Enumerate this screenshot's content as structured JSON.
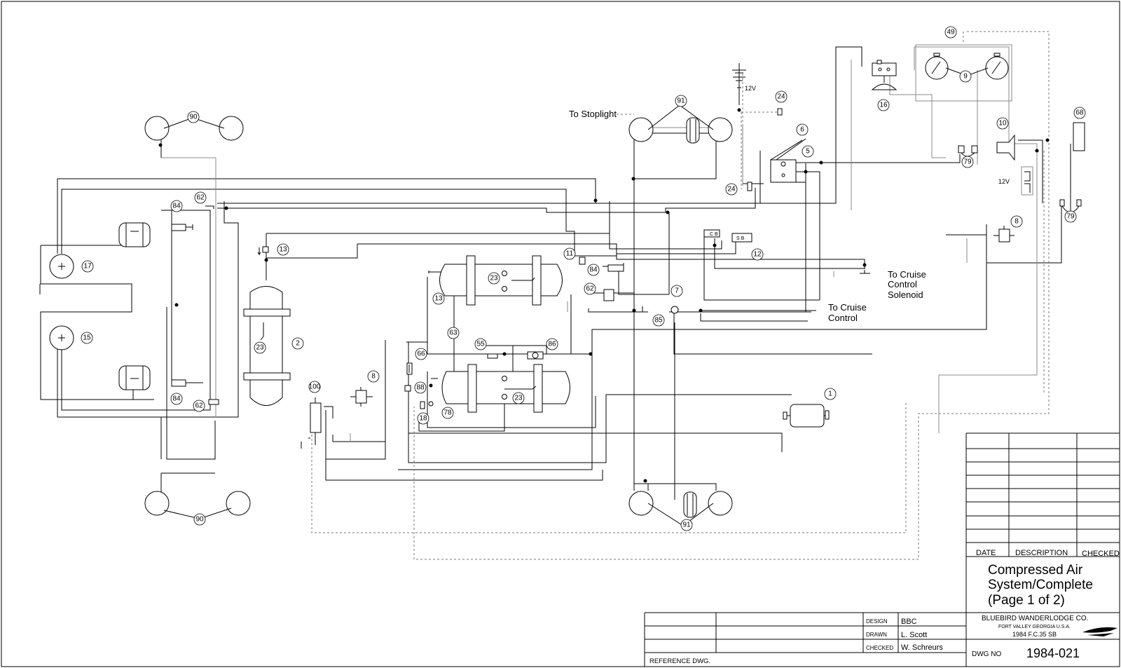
{
  "notes": {
    "stoplight": "To Stoplight",
    "v12_top": "12V",
    "v12_right": "12V",
    "cruise_solenoid": [
      "To Cruise",
      "Control",
      "Solenoid"
    ],
    "cruise_control": [
      "To Cruise",
      "Control"
    ]
  },
  "callouts": {
    "c49": "49",
    "c9": "9",
    "c16": "16",
    "c24a": "24",
    "c24b": "24",
    "c6": "6",
    "c5": "5",
    "c79a": "79",
    "c79b": "79",
    "c68": "68",
    "c10": "10",
    "c8a": "8",
    "c91a": "91",
    "c91b": "91",
    "c90a": "90",
    "c90b": "90",
    "c62a": "62",
    "c62b": "62",
    "c62c": "62",
    "c84a": "84",
    "c84b": "84",
    "c84c": "84",
    "c17": "17",
    "c15": "15",
    "c13a": "13",
    "c13b": "13",
    "c2": "2",
    "c23a": "23",
    "c23b": "23",
    "c23c": "23",
    "c12": "12",
    "c11": "11",
    "c7": "7",
    "c85": "85",
    "c63": "63",
    "c55": "55",
    "c86": "86",
    "c66": "66",
    "c88": "88",
    "c18": "18",
    "c78": "78",
    "c8b": "8",
    "c100": "100",
    "c1": "1"
  },
  "title_block": {
    "rev_headers": {
      "date": "DATE",
      "description": "DESCRIPTION",
      "checked": "CHECKED"
    },
    "title_lines": [
      "Compressed Air",
      "System/Complete",
      "(Page 1 of 2)"
    ],
    "company": "BLUEBIRD WANDERLODGE CO.",
    "location": "FORT VALLEY GEORGIA U.S.A.",
    "model": "1984 F.C.35 SB",
    "signoffs": [
      {
        "role": "DESIGN",
        "name": "BBC"
      },
      {
        "role": "DRAWN",
        "name": "L. Scott"
      },
      {
        "role": "CHECKED",
        "name": "W. Schreurs"
      }
    ],
    "reference_label": "REFERENCE DWG.",
    "dwg_no_label": "DWG NO",
    "dwg_no": "1984-021"
  }
}
